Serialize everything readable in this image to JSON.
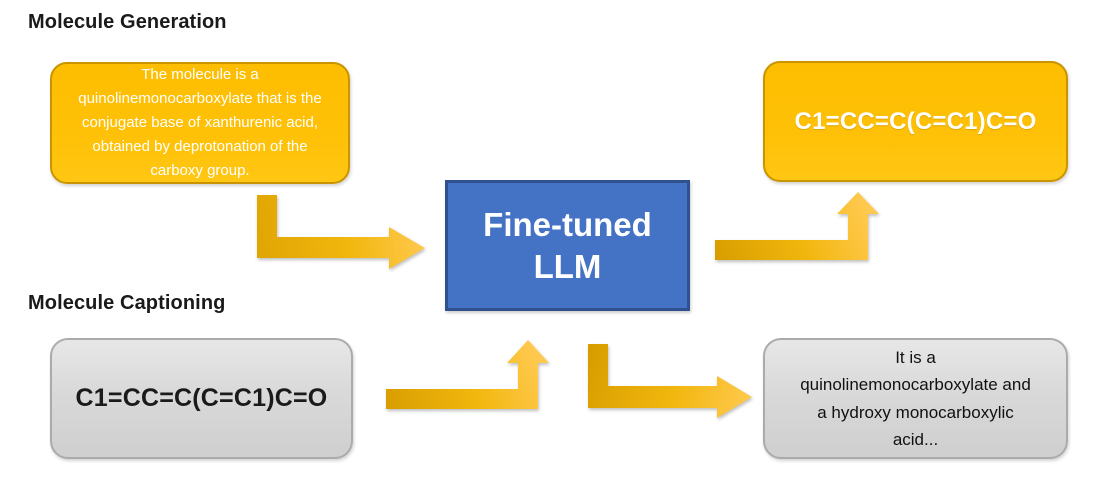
{
  "diagram": {
    "background": "#FFFFFF",
    "sections": {
      "generation": {
        "heading": "Molecule Generation"
      },
      "captioning": {
        "heading": "Molecule Captioning"
      }
    },
    "boxes": {
      "gen_input": {
        "text": "The molecule is a quinolinemonocarboxylate that is the conjugate base of xanthurenic acid, obtained by deprotonation of the carboxy group.",
        "fill": "#FFC000",
        "border": "#C99400",
        "text_color": "#FFFFFF"
      },
      "gen_output": {
        "text": "C1=CC=C(C=C1)C=O",
        "fill": "#FFC000",
        "border": "#C99400",
        "text_color": "#FFFFFF"
      },
      "llm": {
        "text": "Fine-tuned LLM",
        "fill": "#4472C4",
        "border": "#2F528F",
        "text_color": "#FFFFFF"
      },
      "cap_input": {
        "text": "C1=CC=C(C=C1)C=O",
        "fill_top": "#E7E7E7",
        "fill_bottom": "#CFCFCF",
        "border": "#ABABAB",
        "text_color": "#1A1A1A"
      },
      "cap_output": {
        "text": "It is a quinolinemonocarboxylate and a hydroxy monocarboxylic acid...",
        "fill_top": "#E7E7E7",
        "fill_bottom": "#CFCFCF",
        "border": "#ABABAB",
        "text_color": "#111111"
      }
    },
    "arrows": {
      "color_dark": "#D89E00",
      "color_mid": "#F2B70E",
      "color_light": "#FFC94F",
      "items": [
        {
          "name": "gen-input-to-llm"
        },
        {
          "name": "llm-to-gen-output"
        },
        {
          "name": "cap-input-to-llm"
        },
        {
          "name": "llm-to-cap-output"
        }
      ]
    }
  }
}
